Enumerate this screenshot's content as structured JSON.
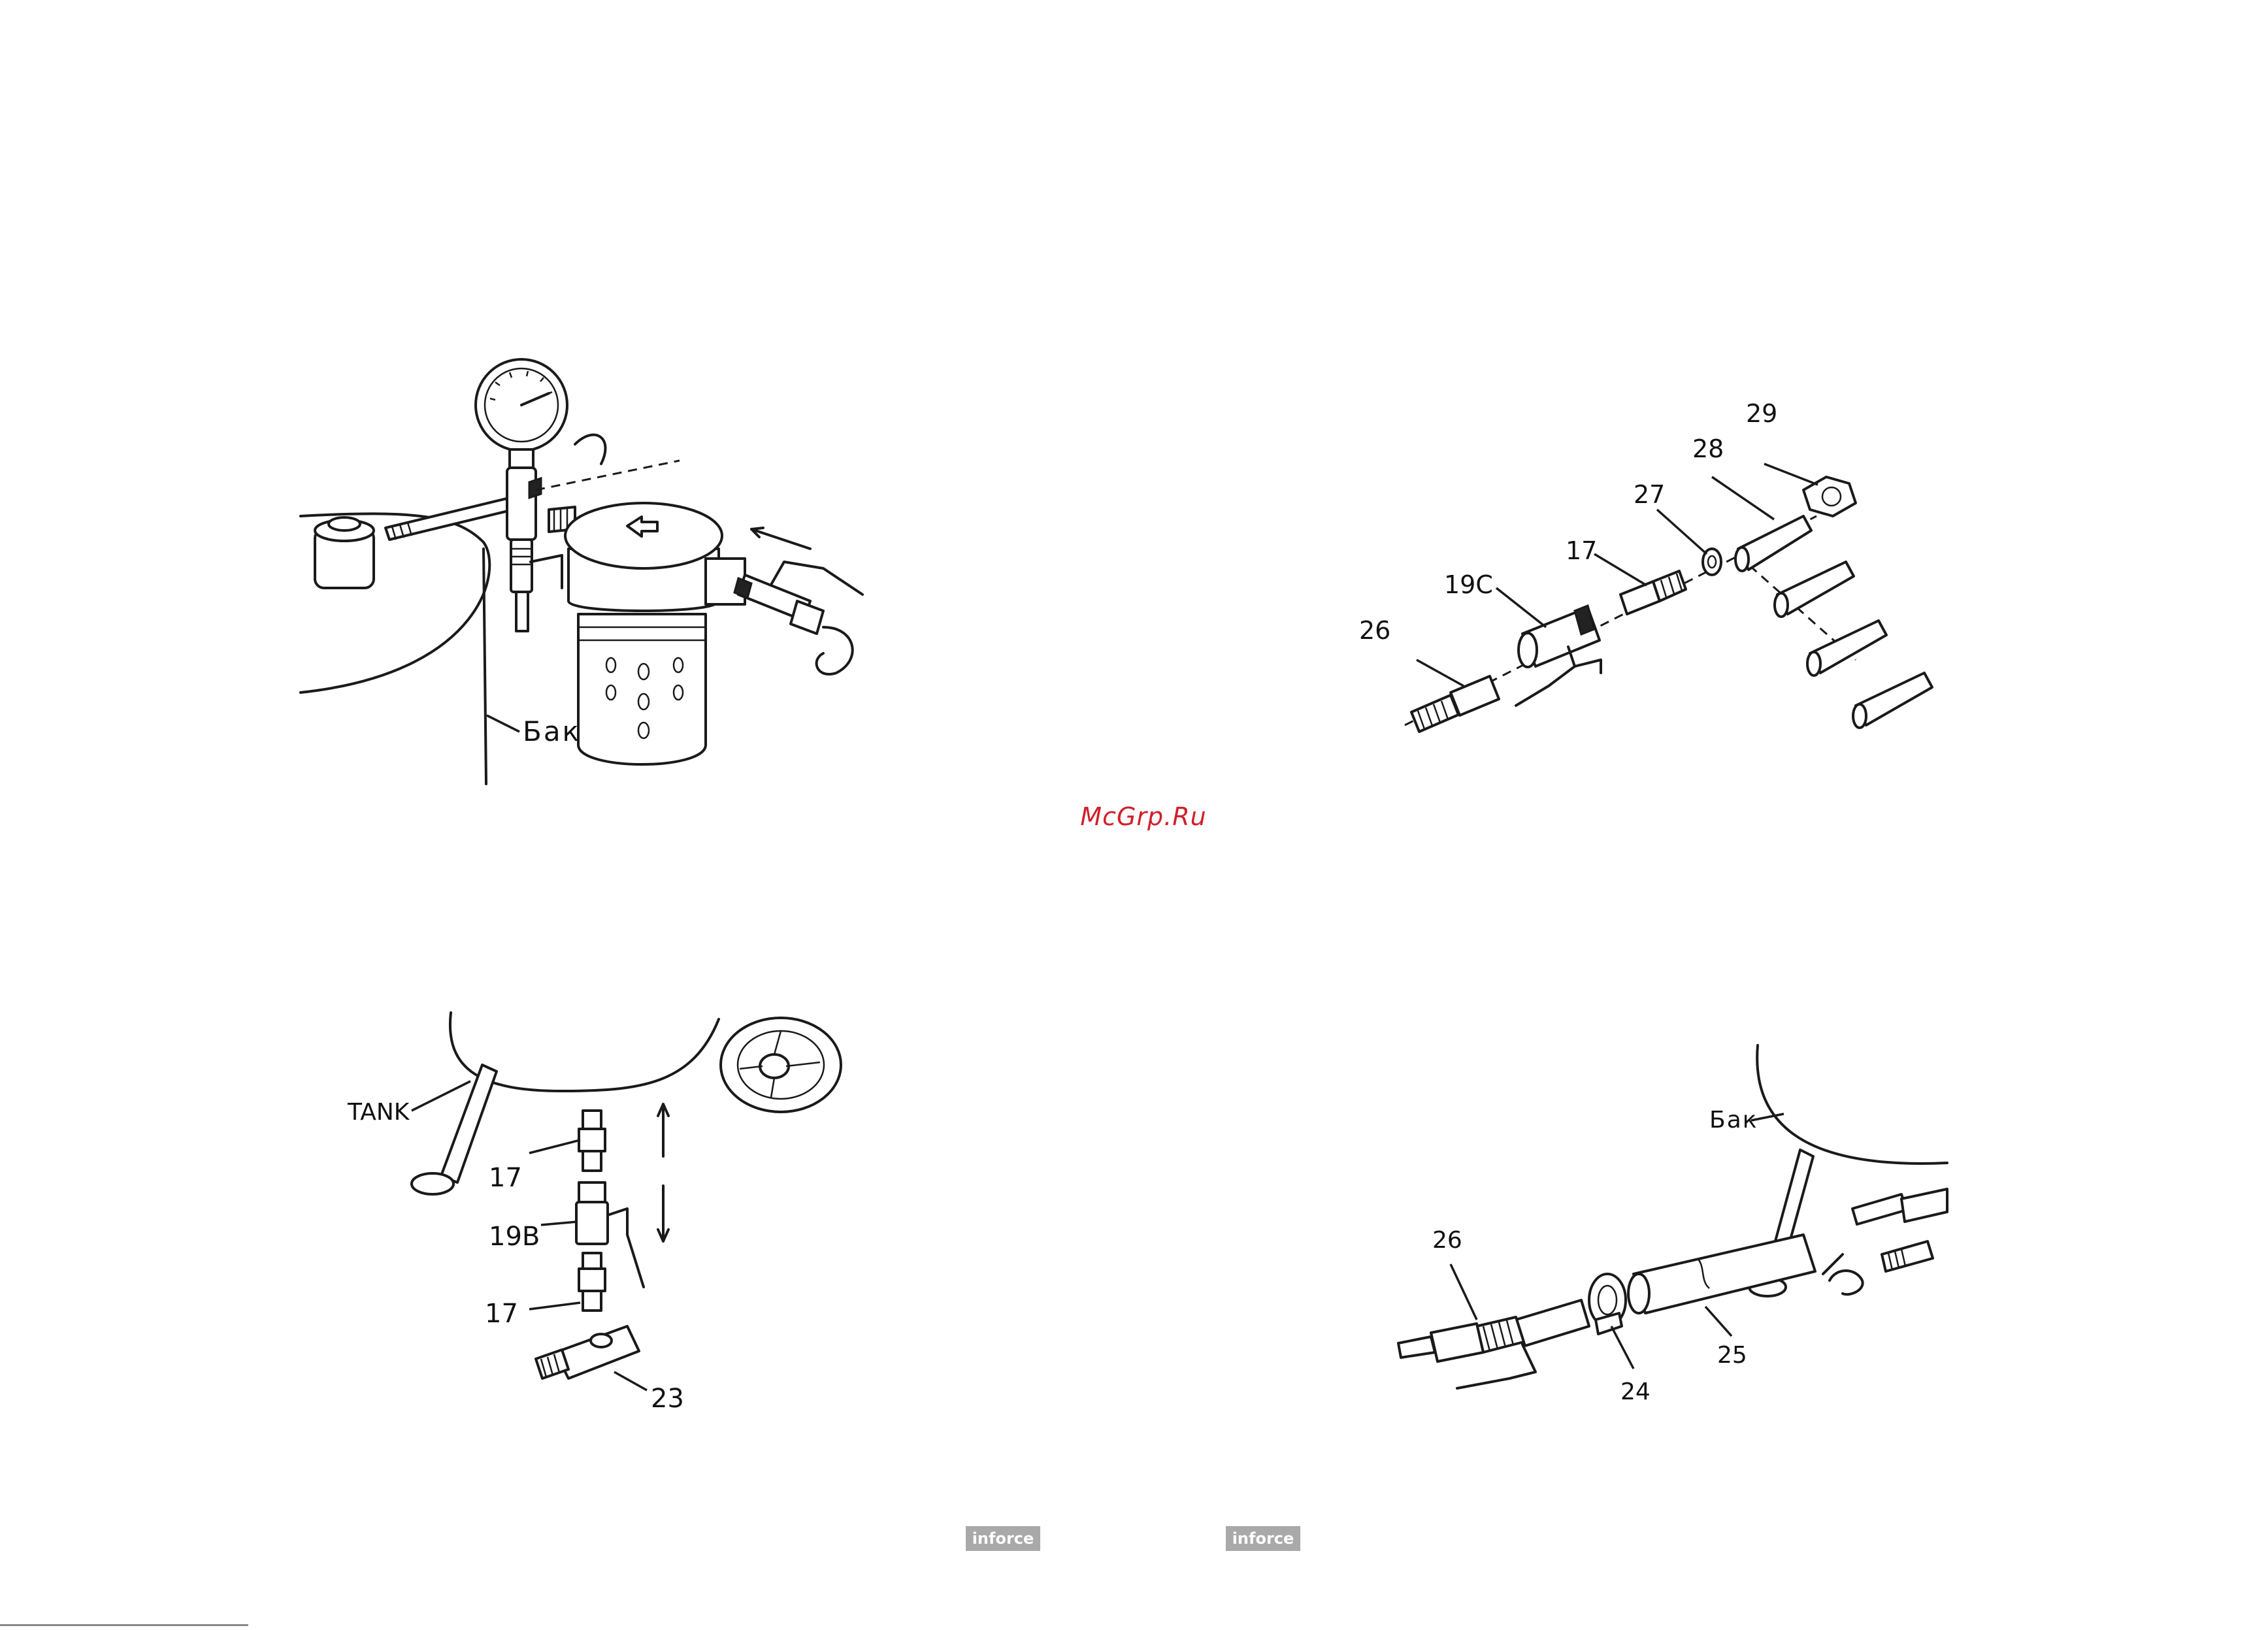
{
  "watermark": "McGrp.Ru",
  "brand_logos": [
    "inforce",
    "inforce"
  ],
  "fig_gauge": {
    "tank_label": "Бак"
  },
  "fig_outlet": {
    "labels": {
      "p29": "29",
      "p28": "28",
      "p27": "27",
      "p17": "17",
      "p19c": "19C",
      "p26": "26"
    }
  },
  "fig_drain": {
    "tank_label": "TANK",
    "labels": {
      "p17a": "17",
      "p19b": "19B",
      "p17b": "17",
      "p23": "23"
    }
  },
  "fig_hose": {
    "tank_label": "Бак",
    "labels": {
      "p26": "26",
      "p24": "24",
      "p25": "25"
    }
  }
}
